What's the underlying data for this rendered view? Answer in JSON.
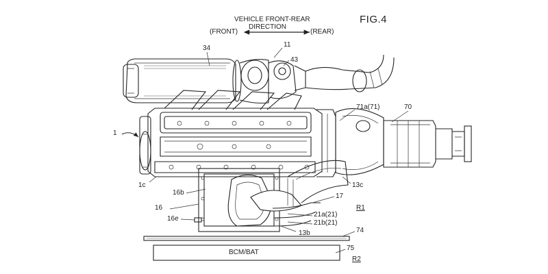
{
  "figure": {
    "title": "FIG.4",
    "direction_line1": "VEHICLE FRONT-REAR",
    "direction_line2": "DIRECTION",
    "front": "(FRONT)",
    "rear": "(REAR)"
  },
  "labels": {
    "r34": "34",
    "r11": "11",
    "r43": "43",
    "r70": "70",
    "r71a": "71a(71)",
    "r1": "1",
    "r1c": "1c",
    "r16b": "16b",
    "r16": "16",
    "r16e": "16e",
    "r13c": "13c",
    "r17": "17",
    "rR1": "R1",
    "r21a": "21a(21)",
    "r21b": "21b(21)",
    "r13b": "13b",
    "r74": "74",
    "r75": "75",
    "rR2": "R2",
    "bcm": "BCM/BAT"
  }
}
